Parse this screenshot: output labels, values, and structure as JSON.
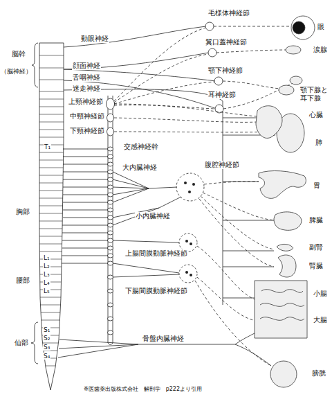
{
  "diagram": {
    "labels": [
      "毛様体神経節",
      "眼",
      "動眼神経",
      "翼口蓋神経節",
      "涙腺",
      "脳幹",
      "（脳神経）",
      "顔面神経",
      "舌咽神経",
      "顎下神経節",
      "顎下腺と 耳下腺",
      "迷走神経",
      "耳神経節",
      "上頸神経節",
      "中頸神経節",
      "下頸神経節",
      "心臓",
      "肺",
      "T₁",
      "交感神経幹",
      "大内臓神経",
      "腹腔神経節",
      "胃",
      "胸部",
      "小内臓神経",
      "脾臓",
      "上腸間膜動脈神経節",
      "副腎",
      "L₁",
      "L₂",
      "L₃",
      "腰部",
      "L₄",
      "腎臓",
      "L₅",
      "下腸間膜動脈神経節",
      "小腸",
      "大腸",
      "S₁",
      "仙部",
      "S₂",
      "S₃",
      "S₄",
      "骨盤内臓神経",
      "膀胱",
      "※医歯薬出版株式会社　解剖学　p222より引用"
    ]
  }
}
